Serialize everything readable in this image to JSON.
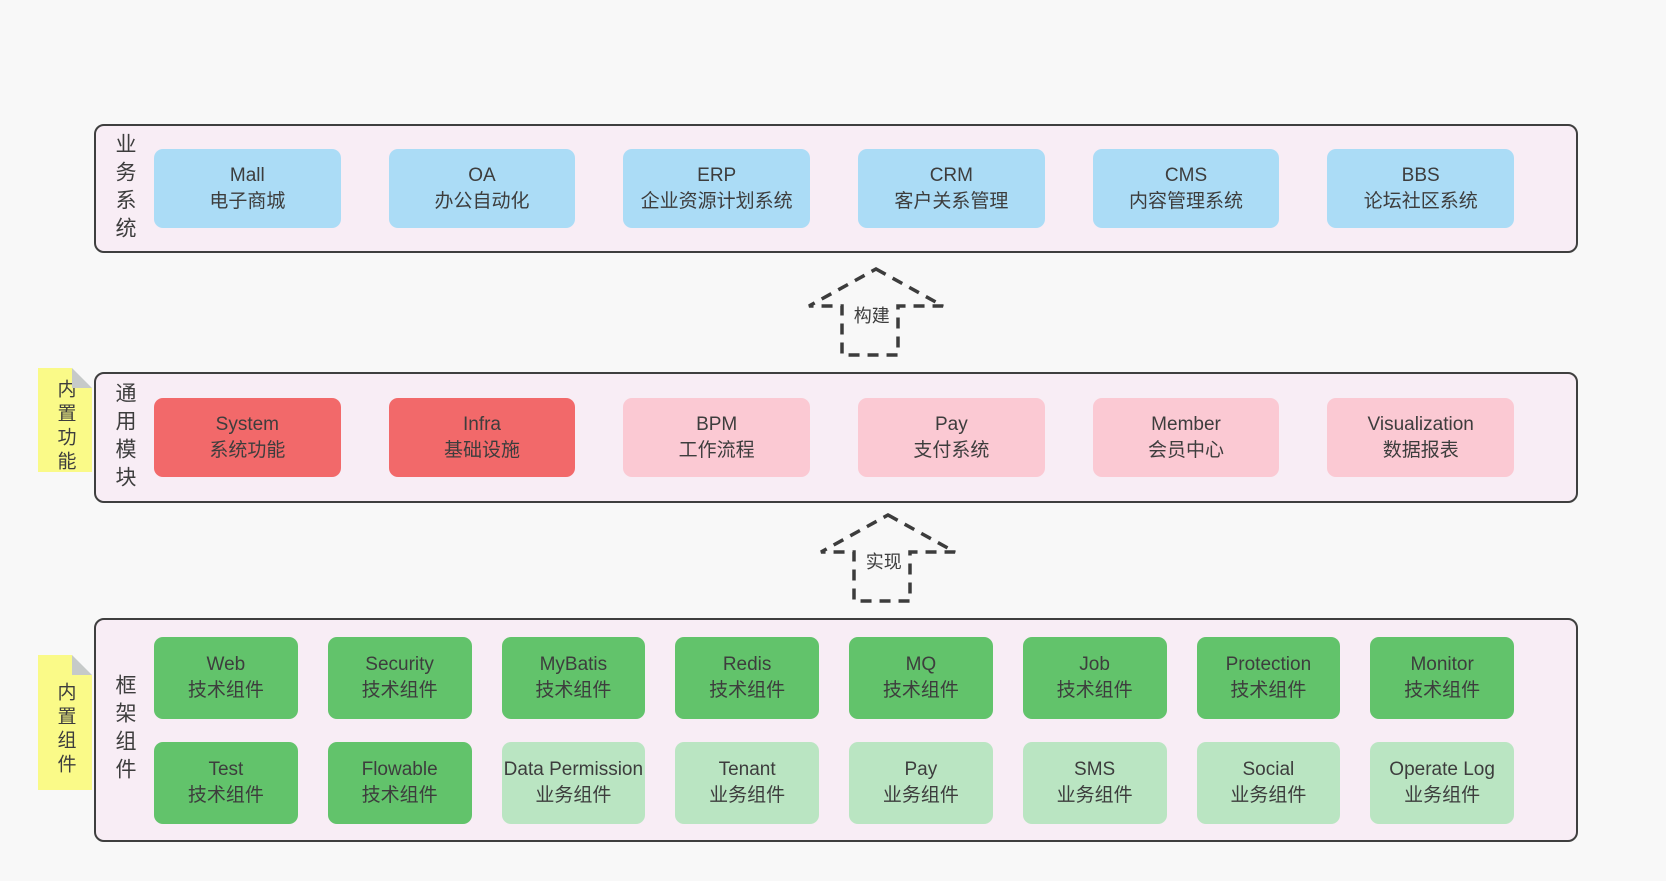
{
  "colors": {
    "page_bg": "#f8f8f8",
    "band_bg": "#f8edf5",
    "band_border": "#3f3f3f",
    "blue_box": "#abdcf6",
    "red_box": "#f2696a",
    "pink_box": "#fbc9d3",
    "green_box": "#62c36b",
    "lightgreen_box": "#bae5c2",
    "sticky_yellow": "#fafa88",
    "sticky_fold_gray": "#c6cac9",
    "text": "#3d3d3d"
  },
  "arrows": [
    {
      "label": "构建"
    },
    {
      "label": "实现"
    }
  ],
  "bands": [
    {
      "label": "业务系统",
      "boxes": [
        {
          "en": "Mall",
          "zh": "电子商城"
        },
        {
          "en": "OA",
          "zh": "办公自动化"
        },
        {
          "en": "ERP",
          "zh": "企业资源计划系统"
        },
        {
          "en": "CRM",
          "zh": "客户关系管理"
        },
        {
          "en": "CMS",
          "zh": "内容管理系统"
        },
        {
          "en": "BBS",
          "zh": "论坛社区系统"
        }
      ]
    },
    {
      "label": "通用模块",
      "sticky": "内置功能",
      "boxes": [
        {
          "en": "System",
          "zh": "系统功能"
        },
        {
          "en": "Infra",
          "zh": "基础设施"
        },
        {
          "en": "BPM",
          "zh": "工作流程"
        },
        {
          "en": "Pay",
          "zh": "支付系统"
        },
        {
          "en": "Member",
          "zh": "会员中心"
        },
        {
          "en": "Visualization",
          "zh": "数据报表"
        }
      ]
    },
    {
      "label": "框架组件",
      "sticky": "内置组件",
      "rows": [
        [
          {
            "en": "Web",
            "zh": "技术组件"
          },
          {
            "en": "Security",
            "zh": "技术组件"
          },
          {
            "en": "MyBatis",
            "zh": "技术组件"
          },
          {
            "en": "Redis",
            "zh": "技术组件"
          },
          {
            "en": "MQ",
            "zh": "技术组件"
          },
          {
            "en": "Job",
            "zh": "技术组件"
          },
          {
            "en": "Protection",
            "zh": "技术组件"
          },
          {
            "en": "Monitor",
            "zh": "技术组件"
          }
        ],
        [
          {
            "en": "Test",
            "zh": "技术组件"
          },
          {
            "en": "Flowable",
            "zh": "技术组件"
          },
          {
            "en": "Data Permission",
            "zh": "业务组件"
          },
          {
            "en": "Tenant",
            "zh": "业务组件"
          },
          {
            "en": "Pay",
            "zh": "业务组件"
          },
          {
            "en": "SMS",
            "zh": "业务组件"
          },
          {
            "en": "Social",
            "zh": "业务组件"
          },
          {
            "en": "Operate Log",
            "zh": "业务组件"
          }
        ]
      ]
    }
  ]
}
